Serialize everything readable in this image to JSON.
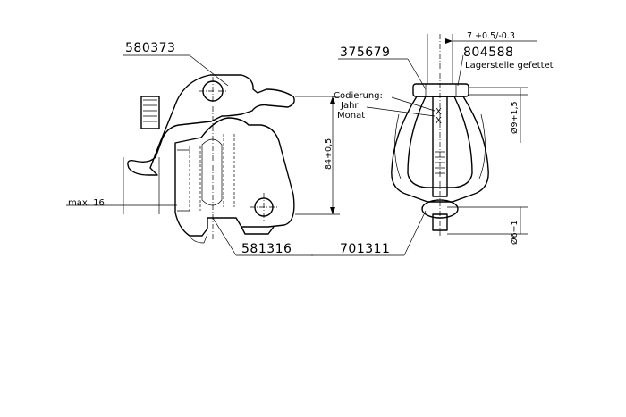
{
  "labels": {
    "part_580373": "580373",
    "part_581316": "581316",
    "part_375679": "375679",
    "part_804588": "804588",
    "part_701311": "701311",
    "bearing_note": "Lagerstelle gefettet",
    "coding": "Codierung:",
    "year": "Jahr",
    "month": "Monat",
    "max16": "max. 16",
    "dim_height": "84+0,5",
    "dim_top": "7 +0.5/-0.3",
    "dim_d9": "Ø9+1,5",
    "dim_d6": "Ø6+1",
    "x_mark": "X"
  }
}
